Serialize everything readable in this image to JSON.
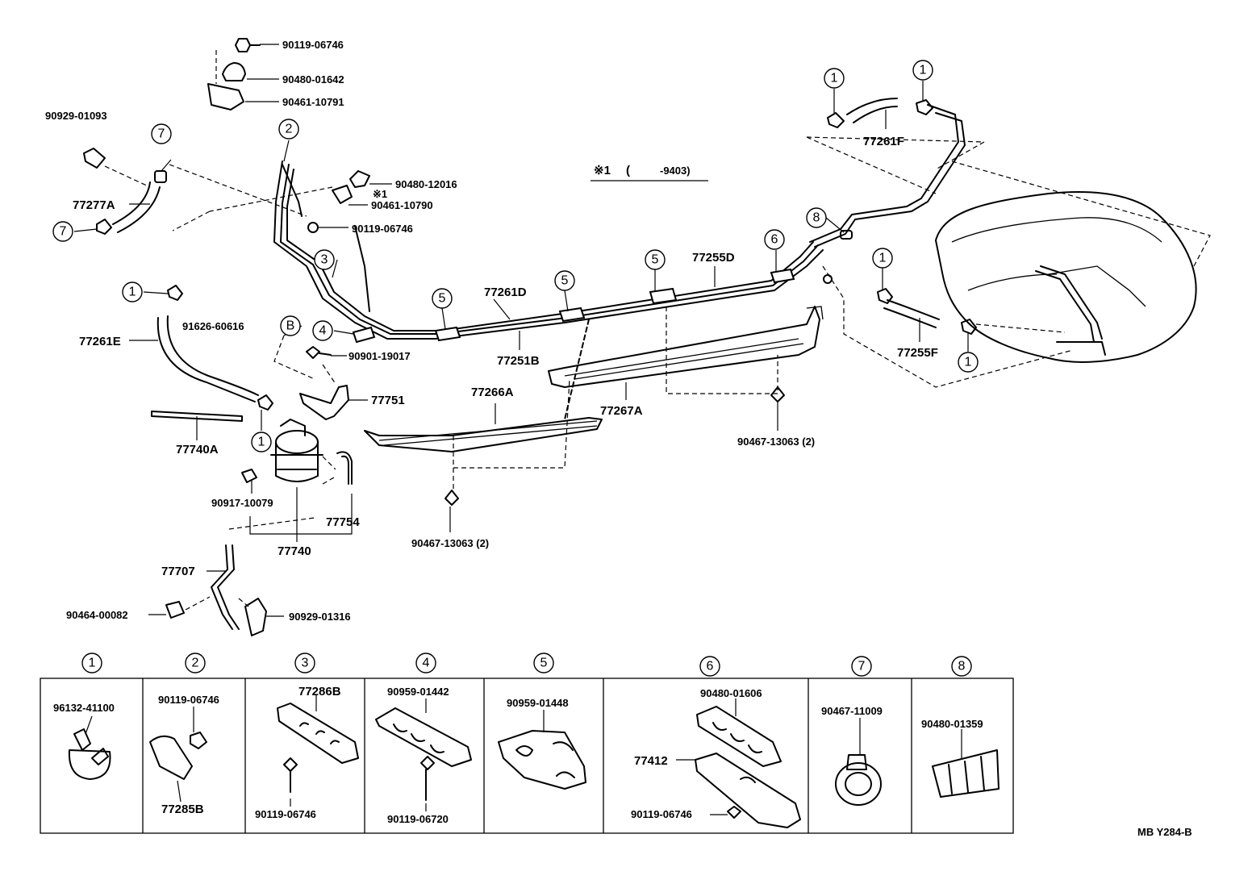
{
  "labels": {
    "l_90119_06746_a": "90119-06746",
    "l_90480_01642": "90480-01642",
    "l_90461_10791": "90461-10791",
    "l_90929_01093": "90929-01093",
    "l_77277A": "77277A",
    "l_90480_12016": "90480-12016",
    "l_x1_small": "※1",
    "l_90461_10790": "90461-10790",
    "l_90119_06746_b": "90119-06746",
    "l_77261E": "77261E",
    "l_91626_60616": "91626-60616",
    "l_90901_19017": "90901-19017",
    "l_77751": "77751",
    "l_77740A": "77740A",
    "l_90917_10079": "90917-10079",
    "l_77754": "77754",
    "l_77740": "77740",
    "l_77707": "77707",
    "l_90464_00082": "90464-00082",
    "l_90929_01316": "90929-01316",
    "l_77261D": "77261D",
    "l_77251B": "77251B",
    "l_77266A": "77266A",
    "l_90467_13063_a": "90467-13063 (2)",
    "l_77255D": "77255D",
    "l_77267A": "77267A",
    "l_90467_13063_b": "90467-13063 (2)",
    "l_77261F": "77261F",
    "l_77255F": "77255F",
    "l_note_mark": "※1",
    "l_note_paren": "(",
    "l_note_code": "-9403)",
    "l_drawing_code": "MB Y284-B"
  },
  "callouts": {
    "c1_a": "1",
    "c1_b": "1",
    "c1_c": "1",
    "c1_d": "1",
    "c1_e": "1",
    "c1_f": "1",
    "c2": "2",
    "c3": "3",
    "c4": "4",
    "c5_a": "5",
    "c5_b": "5",
    "c5_c": "5",
    "c6": "6",
    "c7_a": "7",
    "c7_b": "7",
    "c8": "8",
    "cB": "B"
  },
  "legend": [
    {
      "num": "1",
      "parts": [
        "96132-41100"
      ]
    },
    {
      "num": "2",
      "parts": [
        "90119-06746",
        "77285B"
      ]
    },
    {
      "num": "3",
      "parts": [
        "77286B",
        "90119-06746"
      ]
    },
    {
      "num": "4",
      "parts": [
        "90959-01442",
        "90119-06720"
      ]
    },
    {
      "num": "5",
      "parts": [
        "90959-01448"
      ]
    },
    {
      "num": "6",
      "parts": [
        "90480-01606",
        "77412",
        "90119-06746"
      ]
    },
    {
      "num": "7",
      "parts": [
        "90467-11009"
      ]
    },
    {
      "num": "8",
      "parts": [
        "90480-01359"
      ]
    }
  ]
}
